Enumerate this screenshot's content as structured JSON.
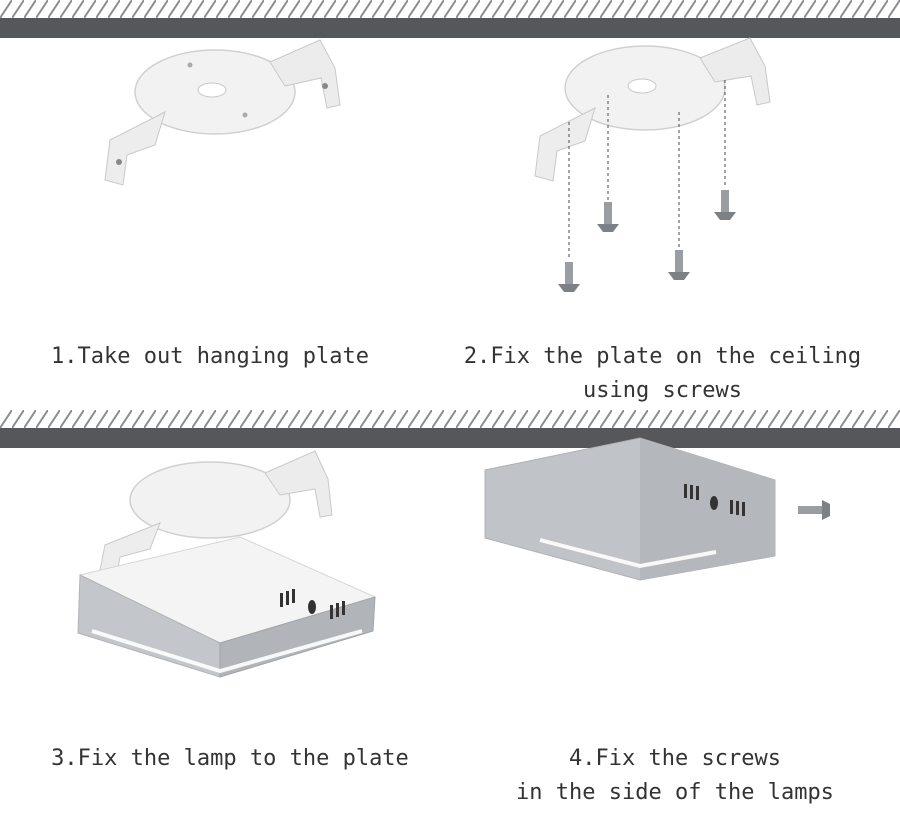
{
  "colors": {
    "ceiling_bar": "#55575a",
    "hatch": "#8a8c8f",
    "plate": "#f2f2f2",
    "lamp_side": "#b9bcc0",
    "lamp_bottom": "#f7f7f7",
    "text": "#333333"
  },
  "steps": [
    {
      "number": "1.",
      "text": "Take out hanging plate",
      "text_line2": ""
    },
    {
      "number": "2.",
      "text": "Fix the plate on the ceiling",
      "text_line2": "using screws"
    },
    {
      "number": "3.",
      "text": "Fix the lamp to the plate",
      "text_line2": ""
    },
    {
      "number": "4.",
      "text": "Fix the screws",
      "text_line2": "in the side of the lamps"
    }
  ],
  "icons": [
    "hanging-plate-icon",
    "screw-icon",
    "square-lamp-icon",
    "ceiling-icon"
  ]
}
